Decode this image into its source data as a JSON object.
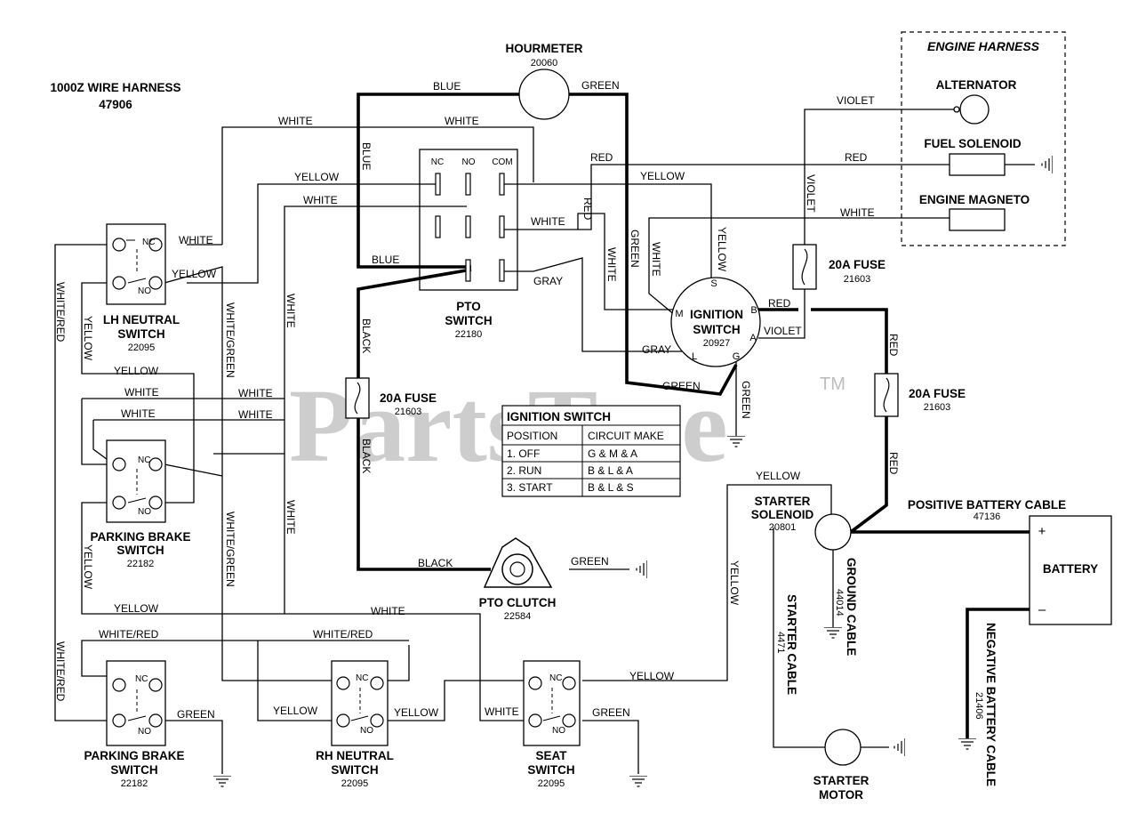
{
  "title": {
    "line1": "1000Z WIRE HARNESS",
    "line2": "47906"
  },
  "watermark": {
    "text": "PartsTree",
    "tm": "TM"
  },
  "engine_harness": {
    "title": "ENGINE HARNESS",
    "alternator": "ALTERNATOR",
    "fuel_solenoid": "FUEL SOLENOID",
    "engine_magneto": "ENGINE MAGNETO"
  },
  "components": {
    "hourmeter": {
      "name": "HOURMETER",
      "part": "20060"
    },
    "pto_switch": {
      "line1": "PTO",
      "line2": "SWITCH",
      "part": "22180",
      "terminals": [
        "NC",
        "NO",
        "COM"
      ]
    },
    "ignition_switch": {
      "line1": "IGNITION",
      "line2": "SWITCH",
      "part": "20927",
      "terminals": {
        "s": "S",
        "m": "M",
        "b": "B",
        "a": "A",
        "l": "L",
        "g": "G"
      }
    },
    "fuse_ign": {
      "name": "20A FUSE",
      "part": "21603"
    },
    "fuse_pto": {
      "name": "20A FUSE",
      "part": "21603"
    },
    "fuse_bat": {
      "name": "20A FUSE",
      "part": "21603"
    },
    "lh_neutral": {
      "line1": "LH NEUTRAL",
      "line2": "SWITCH",
      "part": "22095"
    },
    "parking_brake_1": {
      "line1": "PARKING BRAKE",
      "line2": "SWITCH",
      "part": "22182"
    },
    "parking_brake_2": {
      "line1": "PARKING BRAKE",
      "line2": "SWITCH",
      "part": "22182"
    },
    "rh_neutral": {
      "line1": "RH NEUTRAL",
      "line2": "SWITCH",
      "part": "22095"
    },
    "seat_switch": {
      "line1": "SEAT",
      "line2": "SWITCH",
      "part": "22095"
    },
    "pto_clutch": {
      "name": "PTO CLUTCH",
      "part": "22584"
    },
    "starter_solenoid": {
      "line1": "STARTER",
      "line2": "SOLENOID",
      "part": "20801"
    },
    "starter_motor": {
      "line1": "STARTER",
      "line2": "MOTOR"
    },
    "battery": {
      "name": "BATTERY",
      "plus": "+",
      "minus": "–"
    },
    "pos_cable": {
      "name": "POSITIVE BATTERY CABLE",
      "part": "47136"
    },
    "neg_cable": {
      "name": "NEGATIVE BATTERY CABLE",
      "part": "21406"
    },
    "ground_cable": {
      "name": "GROUND CABLE",
      "part": "44014"
    },
    "starter_cable": {
      "name": "STARTER CABLE",
      "part": "4471"
    },
    "switch_contacts": {
      "nc": "NC",
      "no": "NO"
    }
  },
  "ignition_table": {
    "title": "IGNITION SWITCH",
    "headers": [
      "POSITION",
      "CIRCUIT MAKE"
    ],
    "rows": [
      [
        "1. OFF",
        "G & M & A"
      ],
      [
        "2. RUN",
        "B & L & A"
      ],
      [
        "3. START",
        "B & L & S"
      ]
    ]
  },
  "wire_colors": {
    "blue": "BLUE",
    "green": "GREEN",
    "white": "WHITE",
    "yellow": "YELLOW",
    "red": "RED",
    "violet": "VIOLET",
    "gray": "GRAY",
    "black": "BLACK",
    "white_red": "WHITE/RED",
    "white_green": "WHITE/GREEN"
  }
}
